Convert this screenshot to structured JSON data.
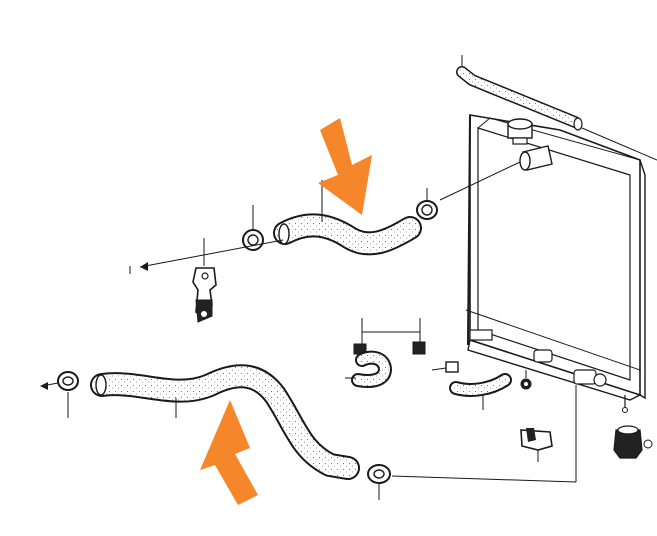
{
  "diagram": {
    "kind": "exploded parts diagram",
    "parts": [
      "radiator",
      "radiator-cap",
      "overflow-hose",
      "upper-radiator-hose",
      "lower-radiator-hose",
      "hose-clamp",
      "small-bypass-hose",
      "drain-plug",
      "mounting-bracket"
    ],
    "callouts": [
      {
        "points_to": "upper-radiator-hose",
        "direction": "down"
      },
      {
        "points_to": "lower-radiator-hose",
        "direction": "up"
      }
    ]
  },
  "colors": {
    "line": "#1a1a1a",
    "hose_fill": "#ffffff",
    "arrow": "#f5862a",
    "background": "#ffffff"
  }
}
